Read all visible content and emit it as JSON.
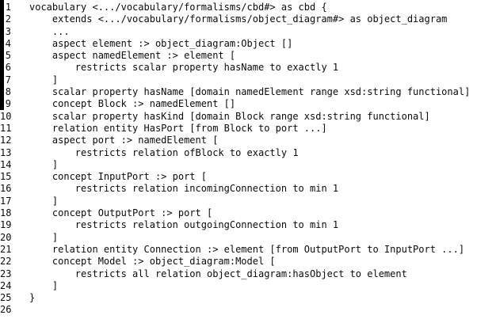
{
  "colors": {
    "background": "#ffffff",
    "text": "#0a0a0a",
    "margin_bar": "#000000"
  },
  "code": {
    "lines": [
      {
        "number": "1",
        "text": "vocabulary <.../vocabulary/formalisms/cbd#> as cbd {"
      },
      {
        "number": "2",
        "text": "    extends <.../vocabulary/formalisms/object_diagram#> as object_diagram"
      },
      {
        "number": "3",
        "text": "    ..."
      },
      {
        "number": "4",
        "text": "    aspect element :> object_diagram:Object []"
      },
      {
        "number": "5",
        "text": "    aspect namedElement :> element ["
      },
      {
        "number": "6",
        "text": "        restricts scalar property hasName to exactly 1"
      },
      {
        "number": "7",
        "text": "    ]"
      },
      {
        "number": "8",
        "text": "    scalar property hasName [domain namedElement range xsd:string functional]"
      },
      {
        "number": "9",
        "text": "    concept Block :> namedElement []"
      },
      {
        "number": "10",
        "text": "    scalar property hasKind [domain Block range xsd:string functional]"
      },
      {
        "number": "11",
        "text": "    relation entity HasPort [from Block to port ...]"
      },
      {
        "number": "12",
        "text": "    aspect port :> namedElement ["
      },
      {
        "number": "13",
        "text": "        restricts relation ofBlock to exactly 1"
      },
      {
        "number": "14",
        "text": "    ]"
      },
      {
        "number": "15",
        "text": "    concept InputPort :> port ["
      },
      {
        "number": "16",
        "text": "        restricts relation incomingConnection to min 1"
      },
      {
        "number": "17",
        "text": "    ]"
      },
      {
        "number": "18",
        "text": "    concept OutputPort :> port ["
      },
      {
        "number": "19",
        "text": "        restricts relation outgoingConnection to min 1"
      },
      {
        "number": "20",
        "text": "    ]"
      },
      {
        "number": "21",
        "text": "    relation entity Connection :> element [from OutputPort to InputPort ...]"
      },
      {
        "number": "22",
        "text": "    concept Model :> object_diagram:Model ["
      },
      {
        "number": "23",
        "text": "        restricts all relation object_diagram:hasObject to element"
      },
      {
        "number": "24",
        "text": "    ]"
      },
      {
        "number": "25",
        "text": "}"
      },
      {
        "number": "26",
        "text": ""
      }
    ]
  }
}
